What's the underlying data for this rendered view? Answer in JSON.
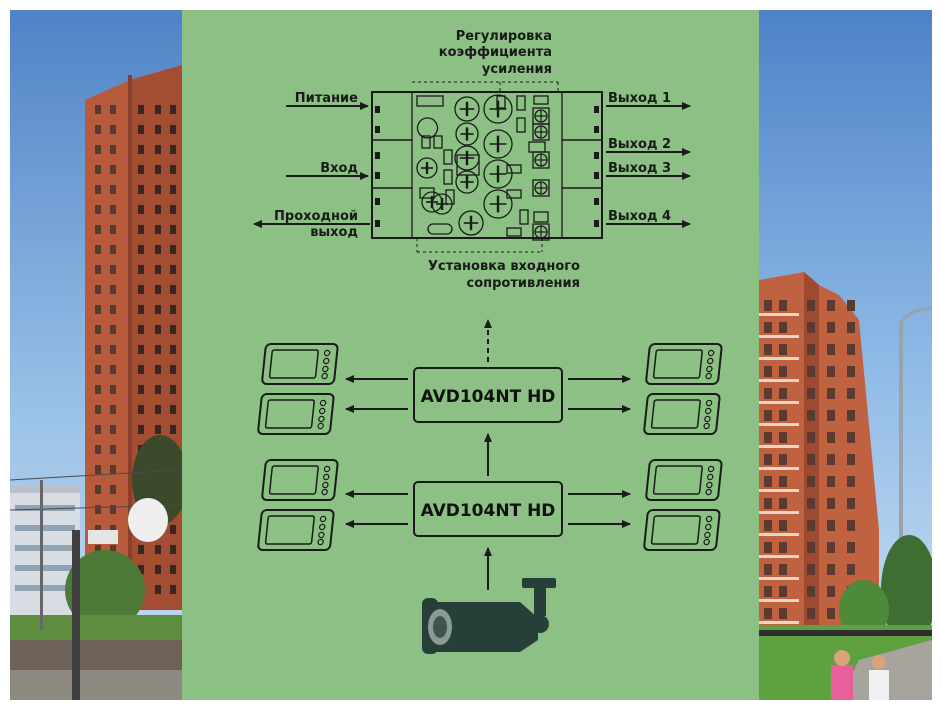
{
  "board": {
    "gain_label": [
      "Регулировка",
      "коэффициента",
      "усиления"
    ],
    "power_label": "Питание",
    "input_label": "Вход",
    "passthrough_label": [
      "Проходной",
      "выход"
    ],
    "outputs": [
      "Выход 1",
      "Выход 2",
      "Выход 3",
      "Выход 4"
    ],
    "impedance_label": [
      "Установка входного",
      "сопротивления"
    ]
  },
  "devices": {
    "top_switch": "AVD104NT HD",
    "bottom_switch": "AVD104NT HD"
  },
  "colors": {
    "panel": "#8cc084",
    "ink": "#1a1a1a",
    "brick": "#b85a3c",
    "sky": "#9cc3e8"
  },
  "icons": [
    "monitor-icon",
    "camera-icon",
    "arrow-icon"
  ]
}
